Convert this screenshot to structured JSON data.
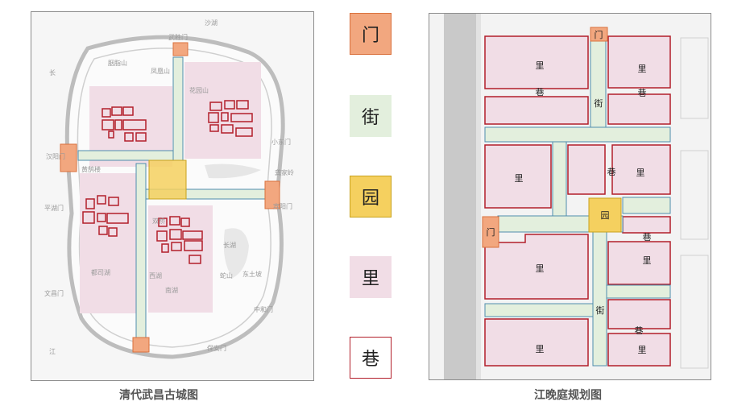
{
  "legend": [
    {
      "label": "门",
      "color": "#f2a77f",
      "border": "#d9703c"
    },
    {
      "label": "街",
      "color": "#e3efdd",
      "border": "#e3efdd"
    },
    {
      "label": "园",
      "color": "#f5d05f",
      "border": "#c8a21c"
    },
    {
      "label": "里",
      "color": "#f1dde6",
      "border": "#f1dde6"
    },
    {
      "label": "巷",
      "color": "#ffffff",
      "border": "#b21e2a"
    }
  ],
  "left_map": {
    "caption": "清代武昌古城图",
    "place_labels": [
      "沙湖",
      "武胜门",
      "凤凰山",
      "胭脂山",
      "花园山",
      "长",
      "汉阳门",
      "黄鹄楼",
      "平湖门",
      "文昌门",
      "江",
      "宾阳门",
      "长湖",
      "东土坡",
      "中和门",
      "保安门",
      "都司湖",
      "西湖",
      "南湖",
      "双桥",
      "小东门",
      "龚家岭",
      "蛇山"
    ]
  },
  "right_map": {
    "caption": "江晚庭规划图",
    "labels": {
      "gate": "门",
      "street": "街",
      "garden": "园",
      "ward": "里",
      "lane": "巷"
    }
  }
}
